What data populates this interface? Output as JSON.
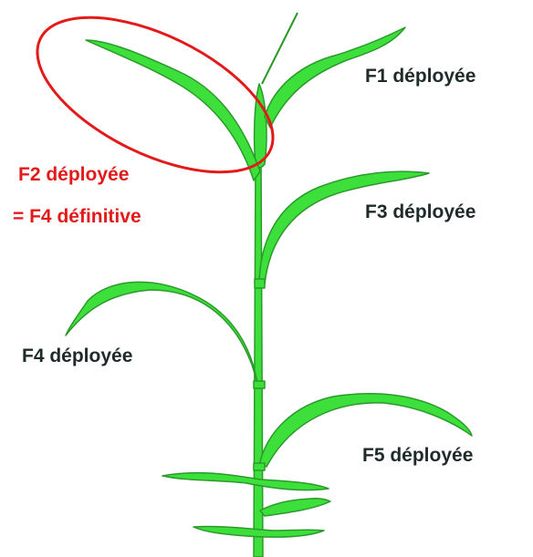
{
  "labels": {
    "f1": "F1 déployée",
    "f2_line1": "F2 déployée",
    "f2_line2": "= F4 définitive",
    "f3": "F3 déployée",
    "f4": "F4 déployée",
    "f5": "F5 déployée"
  },
  "colors": {
    "leaf_fill": "#3de03a",
    "leaf_stroke": "#2a9a2a",
    "highlight": "#e21a1a",
    "text": "#1f2a2a"
  }
}
